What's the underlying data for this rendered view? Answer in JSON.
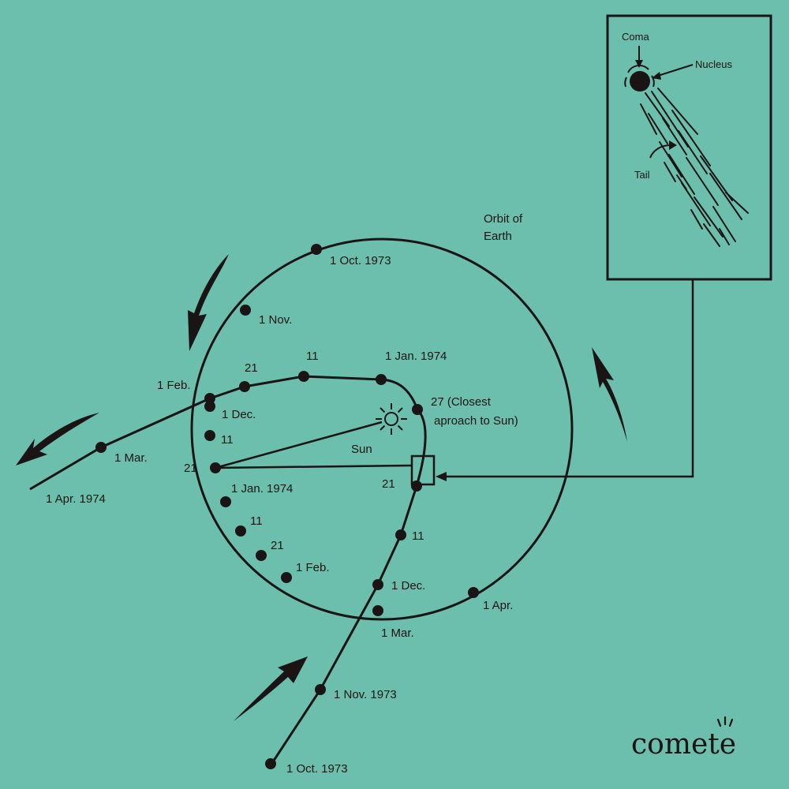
{
  "orbit_label": [
    "Orbit of",
    "Earth"
  ],
  "sun_label": "Sun",
  "earth_dates": {
    "oct": "1 Oct. 1973",
    "nov": "1 Nov.",
    "dec": "1 Dec.",
    "d11": "11",
    "d21": "21",
    "jan": "1 Jan. 1974",
    "j11": "11",
    "j21": "21",
    "feb": "1 Feb.",
    "mar": "1 Mar.",
    "apr": "1 Apr."
  },
  "comet_dates": {
    "oct": "1 Oct. 1973",
    "nov": "1 Nov. 1973",
    "dec": "1 Dec.",
    "d11": "11",
    "d21": "21",
    "closest": [
      "27 (Closest",
      "aproach to Sun)"
    ],
    "jan": "1 Jan. 1974",
    "j11": "11",
    "j21": "21",
    "feb": "1 Feb.",
    "mar": "1 Mar.",
    "apr": "1 Apr. 1974"
  },
  "inset": {
    "coma": "Coma",
    "nucleus": "Nucleus",
    "tail": "Tail"
  },
  "logo": "comete",
  "colors": {
    "background": "#6cbfac",
    "ink": "#1a1414"
  }
}
